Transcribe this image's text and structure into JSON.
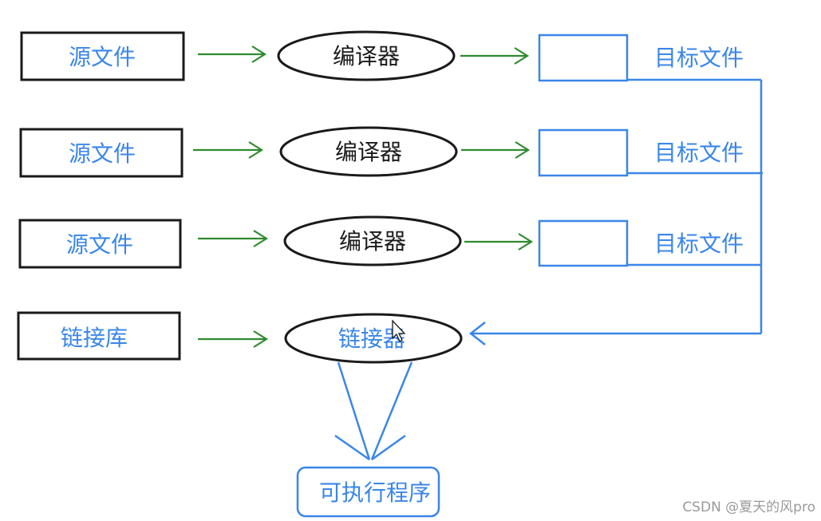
{
  "sources": [
    {
      "source_label": "源文件",
      "compiler_label": "编译器",
      "target_label": "目标文件"
    },
    {
      "source_label": "源文件",
      "compiler_label": "编译器",
      "target_label": "目标文件"
    },
    {
      "source_label": "源文件",
      "compiler_label": "编译器",
      "target_label": "目标文件"
    }
  ],
  "library_label": "链接库",
  "linker_label": "链接器",
  "executable_label": "可执行程序",
  "watermark": "CSDN @夏天的风pro",
  "colors": {
    "blue": "#3a86e8",
    "green": "#2e8b2e",
    "black": "#1a1a1a"
  }
}
